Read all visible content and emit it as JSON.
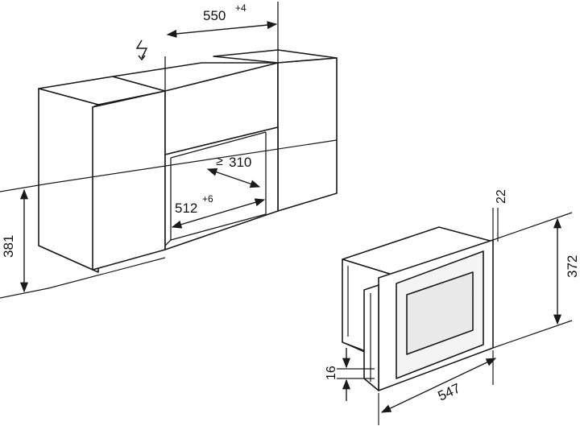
{
  "colors": {
    "line": "#1a1a1a",
    "background": "#ffffff",
    "window_fill": "#e9e9e9",
    "window_shade": "#cfcfcf",
    "appliance_fill": "#f4f4f4"
  },
  "icons": {
    "power": "lightning-bolt-icon"
  },
  "dimensions": {
    "niche_width": {
      "value": "550",
      "tolerance": "+4"
    },
    "niche_depth_min": {
      "prefix": "≥",
      "value": "310"
    },
    "inner_width": {
      "value": "512",
      "tolerance": "+6"
    },
    "niche_height": {
      "value": "381"
    },
    "front_thickness": {
      "value": "22"
    },
    "appliance_height": {
      "value": "372"
    },
    "appliance_depth": {
      "value": "547"
    },
    "bottom_offset": {
      "value": "16"
    }
  }
}
